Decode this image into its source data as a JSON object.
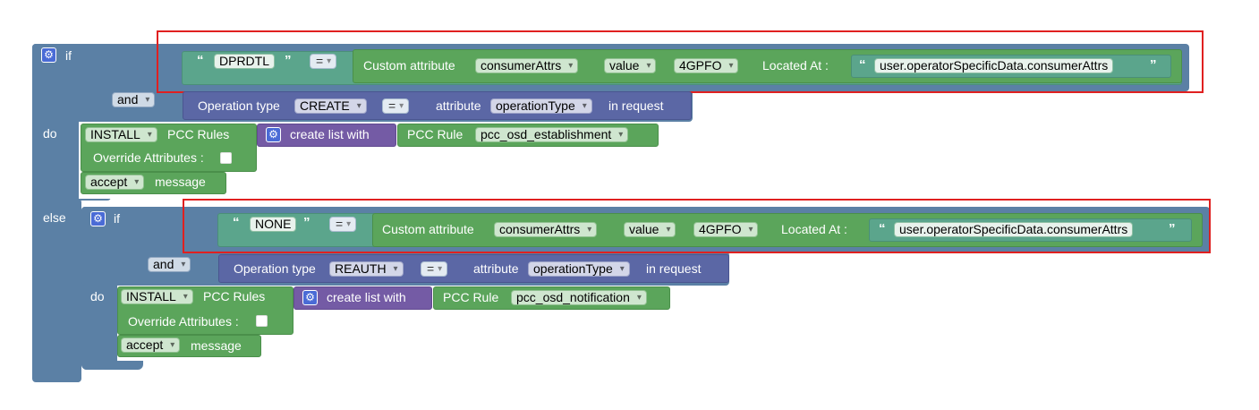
{
  "blocks": {
    "if_label": "if",
    "and_label": "and",
    "do_label": "do",
    "else_label": "else",
    "equals_op": "=",
    "condition1": {
      "string_value": "DPRDTL",
      "custom_attr_label": "Custom attribute",
      "attr_name": "consumerAttrs",
      "value_label": "value",
      "value_code": "4GPFO",
      "located_at_label": "Located At :",
      "location_path": "user.operatorSpecificData.consumerAttrs"
    },
    "condition2": {
      "op_type_label": "Operation type",
      "op_type_value": "CREATE",
      "attribute_label": "attribute",
      "attribute_value": "operationType",
      "in_request_label": "in request"
    },
    "action1": {
      "install_value": "INSTALL",
      "pcc_rules_label": "PCC Rules",
      "create_list_label": "create list with",
      "pcc_rule_label": "PCC Rule",
      "pcc_rule_value": "pcc_osd_establishment",
      "override_label": "Override Attributes :",
      "accept_value": "accept",
      "message_label": "message"
    },
    "else_condition1": {
      "string_value": "NONE",
      "custom_attr_label": "Custom attribute",
      "attr_name": "consumerAttrs",
      "value_label": "value",
      "value_code": "4GPFO",
      "located_at_label": "Located At :",
      "location_path": "user.operatorSpecificData.consumerAttrs"
    },
    "else_condition2": {
      "op_type_label": "Operation type",
      "op_type_value": "REAUTH",
      "attribute_label": "attribute",
      "attribute_value": "operationType",
      "in_request_label": "in request"
    },
    "else_action": {
      "install_value": "INSTALL",
      "pcc_rules_label": "PCC Rules",
      "create_list_label": "create list with",
      "pcc_rule_label": "PCC Rule",
      "pcc_rule_value": "pcc_osd_notification",
      "override_label": "Override Attributes :",
      "accept_value": "accept",
      "message_label": "message"
    }
  },
  "colors": {
    "logic": "#5b80a5",
    "action": "#5ba55b",
    "request": "#5b67a5",
    "list": "#745ba5",
    "text": "#5ba58c",
    "highlight": "#e02020"
  },
  "icons": [
    "gear-icon",
    "open-quote-icon",
    "close-quote-icon",
    "dropdown-arrow-icon",
    "checkbox-icon"
  ]
}
